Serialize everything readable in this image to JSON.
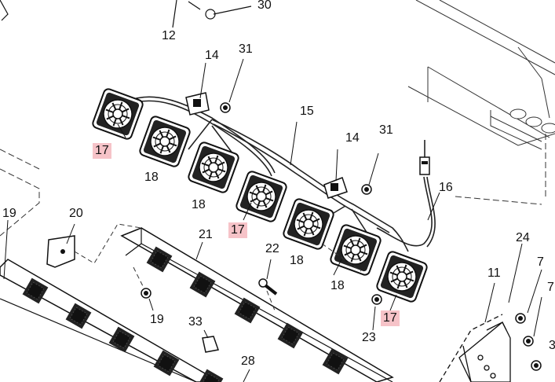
{
  "callouts": {
    "c30": "30",
    "c12": "12",
    "c14a": "14",
    "c31a": "31",
    "c17a": "17",
    "c15": "15",
    "c18a": "18",
    "c14b": "14",
    "c31b": "31",
    "c18b": "18",
    "c16": "16",
    "c19a": "19",
    "c20": "20",
    "c17b": "17",
    "c21": "21",
    "c18c": "18",
    "c22": "22",
    "c24": "24",
    "c11": "11",
    "c7a": "7",
    "c7b": "7",
    "c18d": "18",
    "c17c": "17",
    "c19b": "19",
    "c33": "33",
    "c23": "23",
    "c3": "3",
    "c28": "28"
  },
  "colors": {
    "highlight": "#f6c3c8",
    "line": "#222222",
    "fill": "#111111"
  }
}
